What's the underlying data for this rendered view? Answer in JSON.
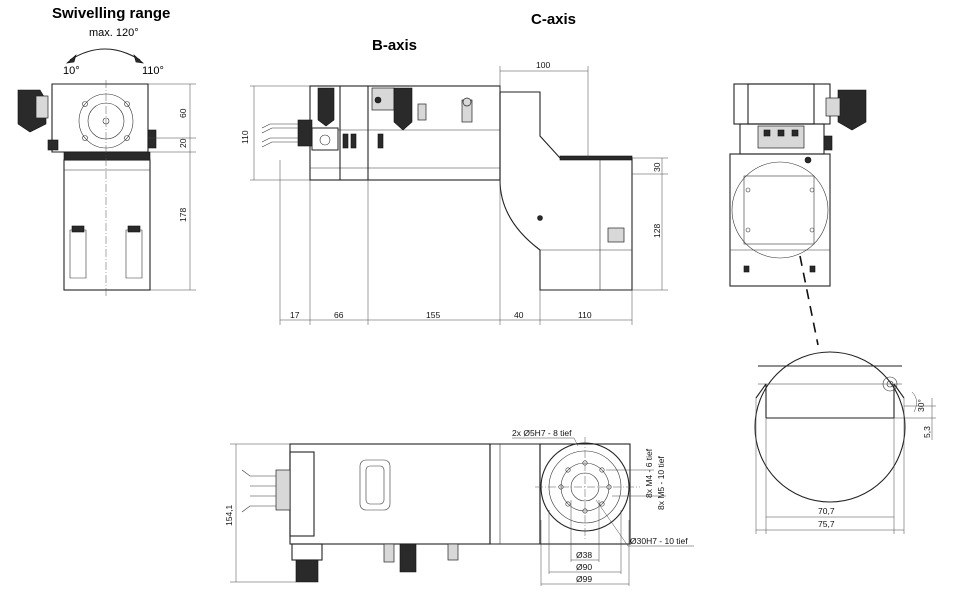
{
  "titles": {
    "swivel_range": "Swivelling range",
    "b_axis": "B-axis",
    "c_axis": "C-axis"
  },
  "swivel": {
    "max": "max. 120°",
    "left_angle": "10°",
    "right_angle": "110°"
  },
  "left_view": {
    "dim_top": "60",
    "dim_mid": "20",
    "dim_body": "178"
  },
  "side_view": {
    "dim_height": "110",
    "dim_top_width": "100",
    "dim_c_top": "30",
    "dim_c_body": "128",
    "bottom_dims": [
      "17",
      "66",
      "155",
      "40",
      "110"
    ]
  },
  "top_view": {
    "dim_width": "154,1",
    "callout_bore_pin": "2x Ø5H7 - 8 tief",
    "callout_m4": "8x M4 - 6 tief",
    "callout_m5": "8x M5 - 10 tief",
    "callout_bore_center": "Ø30H7 - 10 tief",
    "dia_38": "Ø38",
    "dia_90": "Ø90",
    "dia_99": "Ø99"
  },
  "detail": {
    "angle": "30°",
    "depth": "5,3",
    "width_inner": "70,7",
    "width_outer": "75,7"
  }
}
